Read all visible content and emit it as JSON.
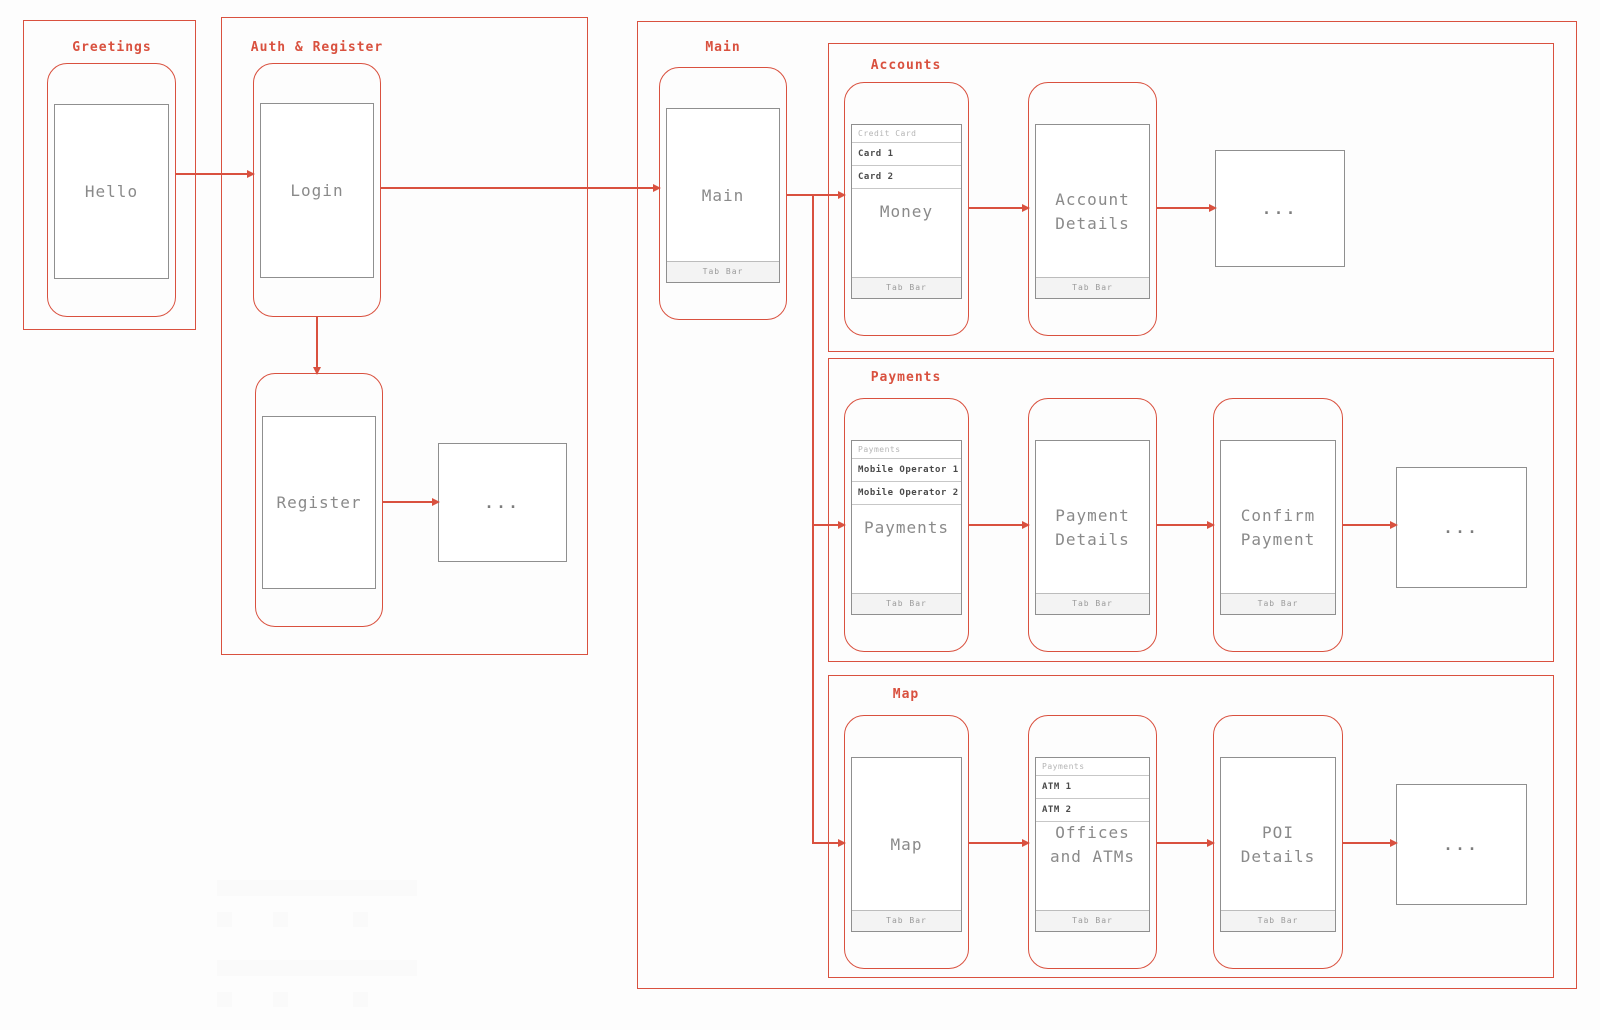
{
  "colors": {
    "accent": "#d9513f",
    "wire_border": "#8f8f8f",
    "screen_text": "#8a8a8a"
  },
  "groups": {
    "greetings": {
      "label": "Greetings"
    },
    "auth": {
      "label": "Auth & Register"
    },
    "main": {
      "label": "Main"
    },
    "accounts": {
      "label": "Accounts"
    },
    "payments": {
      "label": "Payments"
    },
    "map": {
      "label": "Map"
    }
  },
  "screens": {
    "hello": {
      "label": "Hello"
    },
    "login": {
      "label": "Login"
    },
    "register": {
      "label": "Register"
    },
    "main": {
      "label": "Main",
      "tab_bar": "Tab Bar"
    },
    "money": {
      "list_header": "Credit Card",
      "list_items": [
        "Card 1",
        "Card 2"
      ],
      "label": "Money",
      "tab_bar": "Tab Bar"
    },
    "account_details": {
      "label": "Account Details",
      "tab_bar": "Tab Bar"
    },
    "payments": {
      "list_header": "Payments",
      "list_items": [
        "Mobile Operator 1",
        "Mobile Operator 2"
      ],
      "label": "Payments",
      "tab_bar": "Tab Bar"
    },
    "payment_details": {
      "label": "Payment Details",
      "tab_bar": "Tab Bar"
    },
    "confirm_payment": {
      "label": "Confirm Payment",
      "tab_bar": "Tab Bar"
    },
    "map": {
      "label": "Map",
      "tab_bar": "Tab Bar"
    },
    "offices_atms": {
      "list_header": "Payments",
      "list_items": [
        "ATM 1",
        "ATM 2"
      ],
      "label": "Offices and ATMs",
      "tab_bar": "Tab Bar"
    },
    "poi_details": {
      "label": "POI Details",
      "tab_bar": "Tab Bar"
    }
  },
  "ellipsis": "...",
  "edges": [
    "Hello -> Login",
    "Login -> Main",
    "Login -> Register",
    "Register -> ...",
    "Main -> Money",
    "Main -> Payments",
    "Main -> Map",
    "Money -> Account Details",
    "Account Details -> ...",
    "Payments -> Payment Details",
    "Payment Details -> Confirm Payment",
    "Confirm Payment -> ...",
    "Map -> Offices and ATMs",
    "Offices and ATMs -> POI Details",
    "POI Details -> ..."
  ]
}
